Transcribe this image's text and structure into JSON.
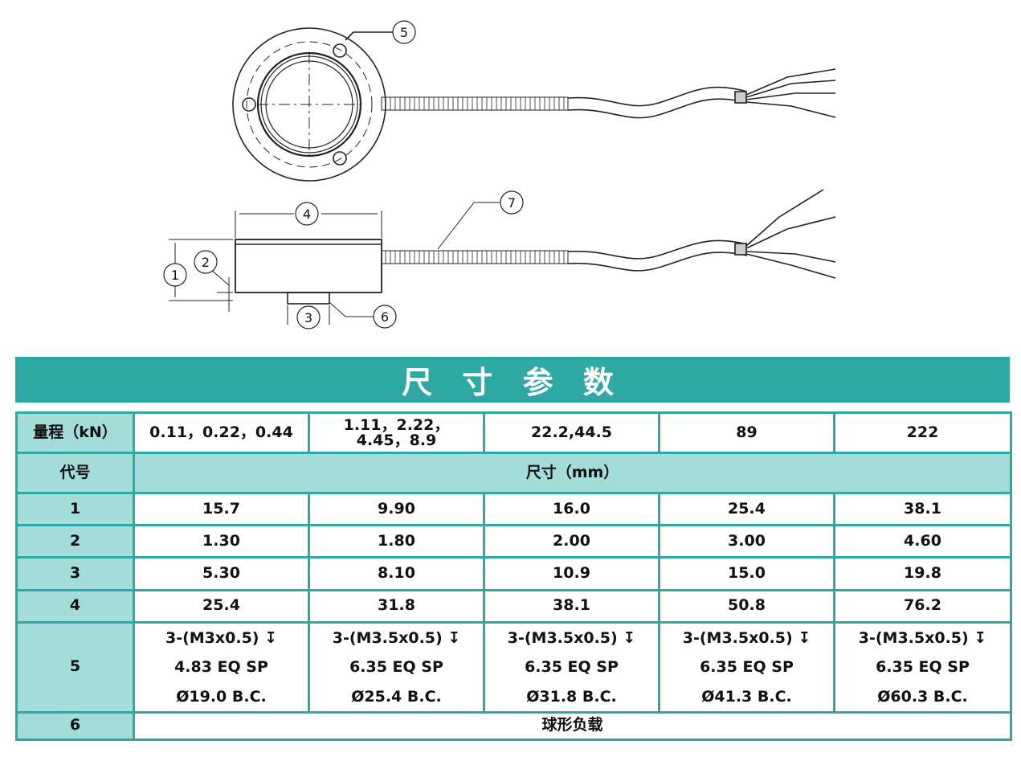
{
  "diagram": {
    "callouts": [
      "1",
      "2",
      "3",
      "4",
      "5",
      "6",
      "7"
    ]
  },
  "banner": {
    "title": "尺 寸 参 数"
  },
  "table": {
    "range_label": "量程（kN）",
    "ranges": [
      "0.11，0.22，0.44",
      "1.11，2.22，\n4.45，8.9",
      "22.2,44.5",
      "89",
      "222"
    ],
    "code_label": "代号",
    "unit_label": "尺寸（mm）",
    "rows": [
      {
        "code": "1",
        "values": [
          "15.7",
          "9.90",
          "16.0",
          "25.4",
          "38.1"
        ]
      },
      {
        "code": "2",
        "values": [
          "1.30",
          "1.80",
          "2.00",
          "3.00",
          "4.60"
        ]
      },
      {
        "code": "3",
        "values": [
          "5.30",
          "8.10",
          "10.9",
          "15.0",
          "19.8"
        ]
      },
      {
        "code": "4",
        "values": [
          "25.4",
          "31.8",
          "38.1",
          "50.8",
          "76.2"
        ]
      }
    ],
    "row5": {
      "code": "5",
      "cells": [
        [
          "3-(M3x0.5) ↧",
          "4.83 EQ SP",
          "Ø19.0 B.C."
        ],
        [
          "3-(M3.5x0.5) ↧",
          "6.35 EQ SP",
          "Ø25.4 B.C."
        ],
        [
          "3-(M3.5x0.5) ↧",
          "6.35 EQ SP",
          "Ø31.8 B.C."
        ],
        [
          "3-(M3.5x0.5) ↧",
          "6.35 EQ SP",
          "Ø41.3 B.C."
        ],
        [
          "3-(M3.5x0.5) ↧",
          "6.35 EQ SP",
          "Ø60.3 B.C."
        ]
      ]
    },
    "row6": {
      "code": "6",
      "value": "球形负载"
    }
  }
}
